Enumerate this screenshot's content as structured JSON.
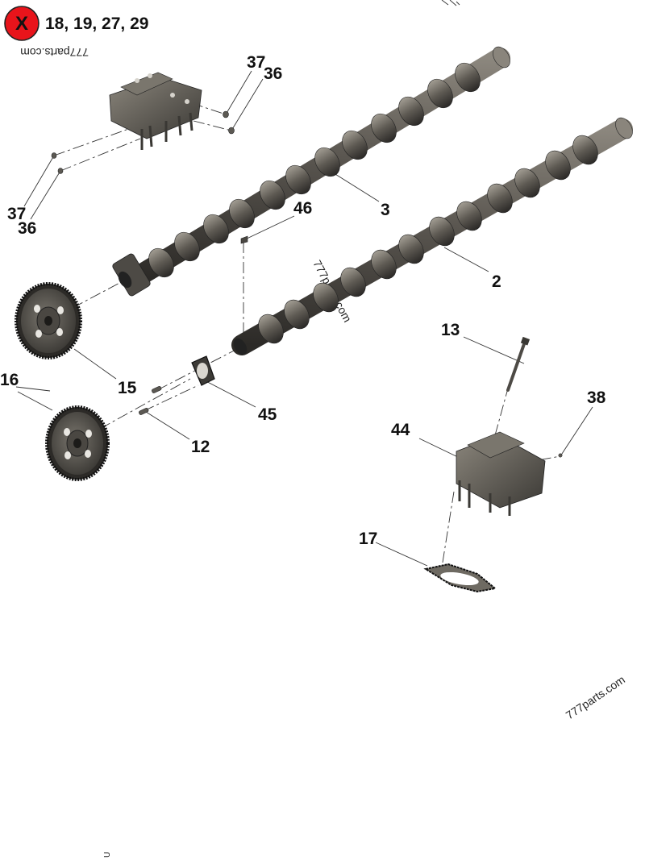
{
  "header": {
    "excluded_icon_letter": "X",
    "excluded_parts": "18, 19, 27, 29"
  },
  "watermarks": [
    "777parts.com",
    "777parts.com",
    "777parts.com"
  ],
  "callouts": {
    "c2": "2",
    "c3": "3",
    "c12": "12",
    "c13": "13",
    "c15": "15",
    "c16": "16",
    "c17": "17",
    "c36a": "36",
    "c36b": "36",
    "c37a": "37",
    "c37b": "37",
    "c38": "38",
    "c44": "44",
    "c45": "45",
    "c46": "46"
  },
  "footer_mark": "U",
  "colors": {
    "icon_red": "#e8141b",
    "part_dark": "#3c3a36",
    "part_mid": "#6e6a62",
    "part_light": "#9a958b"
  }
}
